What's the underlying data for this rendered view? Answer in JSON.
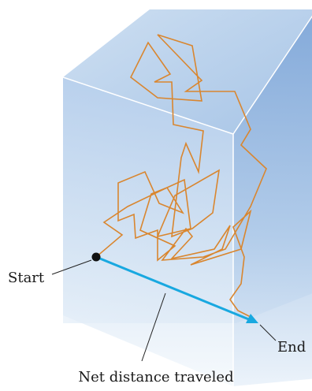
{
  "labels": {
    "start": "Start",
    "end": "End",
    "net_distance": "Net distance traveled"
  },
  "colors": {
    "path": "#d9862f",
    "arrow": "#18a8e0",
    "box_light": "#eef5fb",
    "box_mid": "#b9d2ec",
    "box_dark": "#7ea6d8",
    "edge": "#ffffff",
    "leader": "#222222",
    "start_dot": "#111111"
  },
  "icons": {
    "start_marker": "filled-circle",
    "arrow_head": "arrowhead"
  }
}
